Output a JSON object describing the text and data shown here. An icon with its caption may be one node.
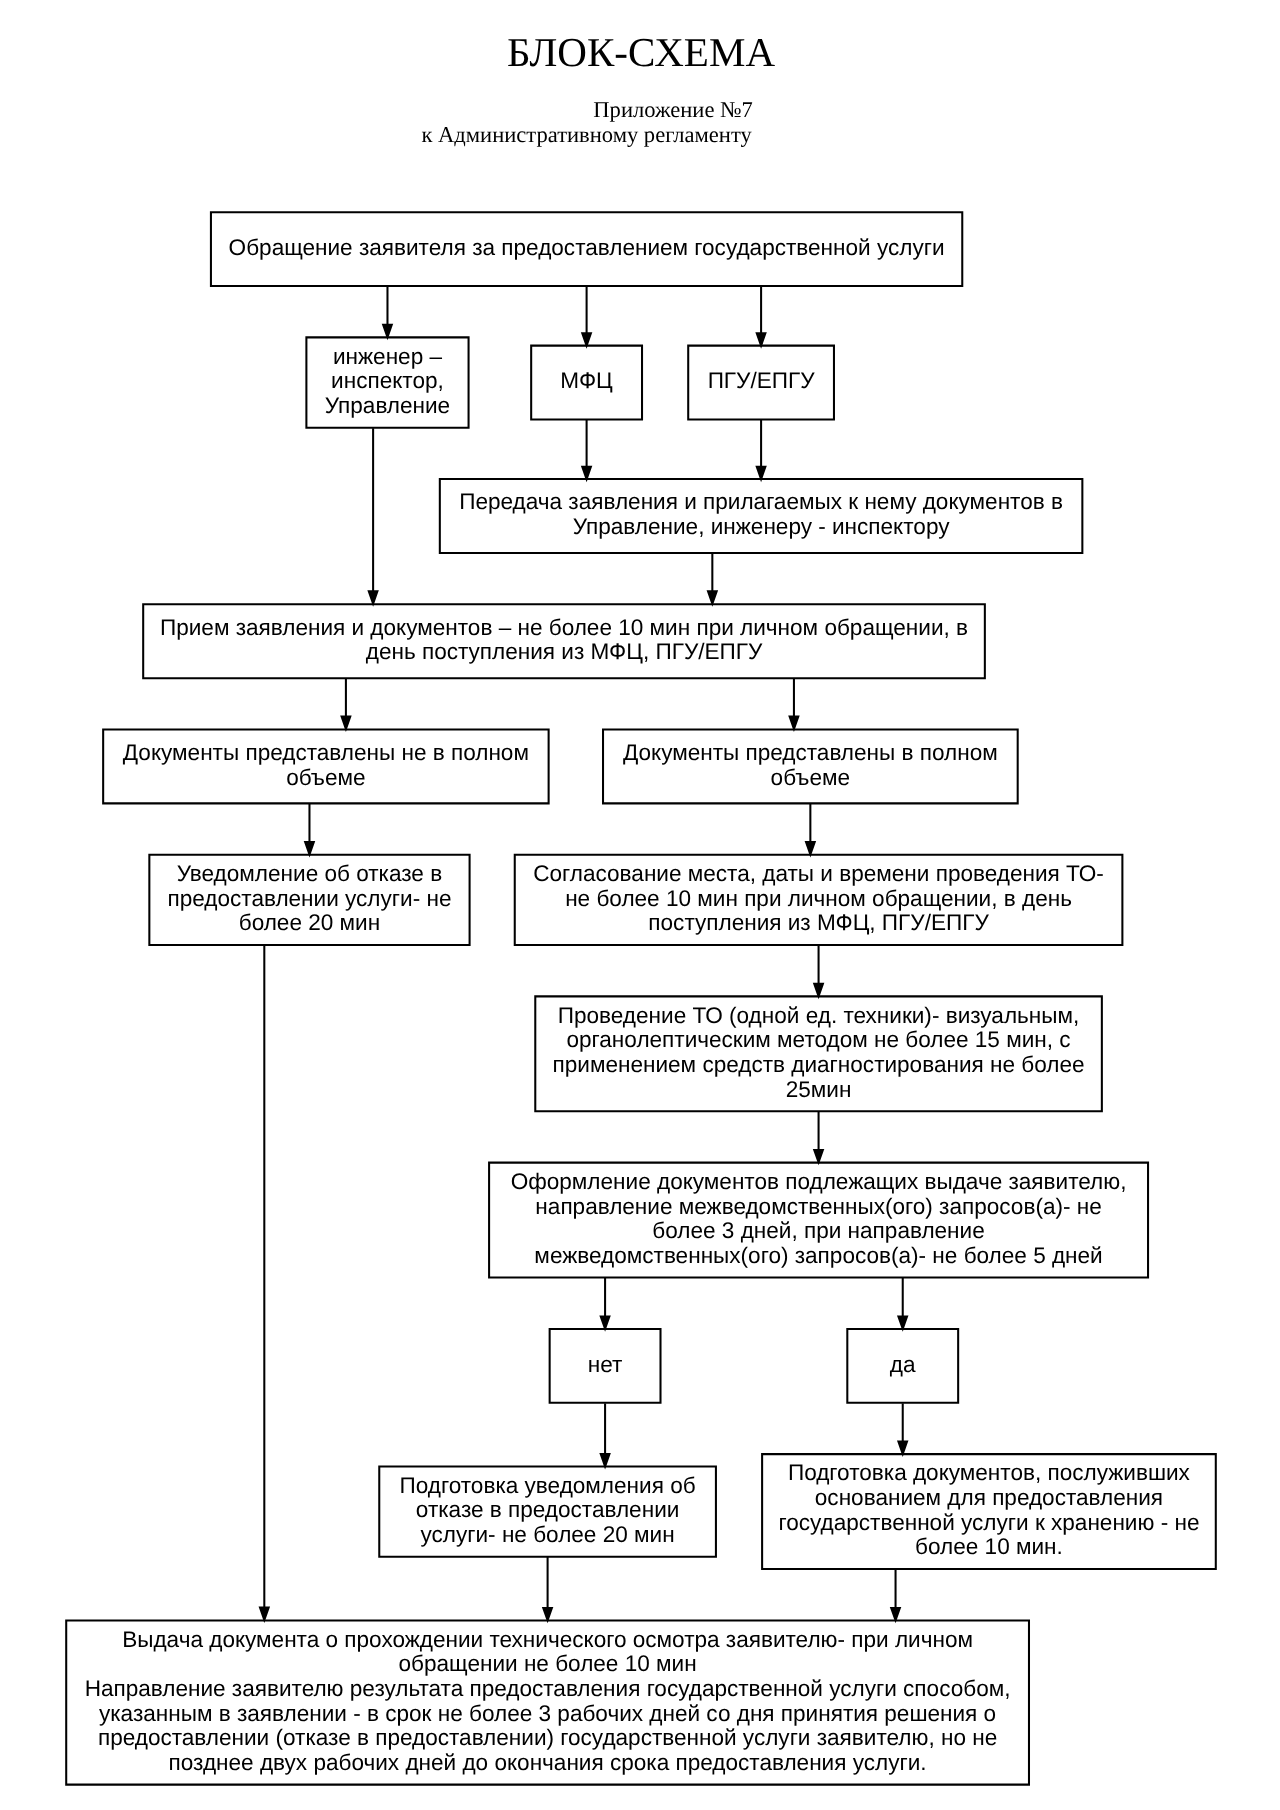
{
  "diagram": {
    "title": "БЛОК-СХЕМА",
    "nodes": [
      {
        "text": [
          "Обращение заявителя за предоставлением государственной услуги"
        ]
      },
      {
        "text": [
          "инженер – инспектор, Управление"
        ]
      },
      {
        "text": [
          "МФЦ"
        ]
      },
      {
        "text": [
          "ПГУ/ЕПГУ"
        ]
      },
      {
        "text": [
          "Передача заявления и прилагаемых к нему документов в Управление, инженеру - инспектору"
        ]
      },
      {
        "text": [
          "Прием заявления и документов – не более 10 мин при личном обращении, в день поступления из МФЦ, ПГУ/ЕПГУ"
        ]
      },
      {
        "text": [
          "Документы представлены не в полном объеме"
        ]
      },
      {
        "text": [
          "Документы представлены в полном объеме"
        ]
      },
      {
        "text": [
          "Согласование места, даты и времени проведения ТО- не более 10 мин при личном обращении, в день поступления из МФЦ, ПГУ/ЕПГУ"
        ]
      },
      {
        "text": [
          "Уведомление об отказе в предоставлении услуги- не более 20 мин"
        ]
      },
      {
        "text": [
          "Проведение ТО (одной ед. техники)- визуальным, органолептическим методом не более 15 мин, с применением средств диагностирования не более 25мин"
        ]
      },
      {
        "text": [
          "Оформление документов подлежащих выдаче заявителю, направление межведомственных(ого) запросов(а)- не более 3 дней, при направление межведомственных(ого) запросов(а)- не более 5 дней"
        ]
      },
      {
        "text": [
          "нет"
        ]
      },
      {
        "text": [
          "да"
        ]
      },
      {
        "text": [
          "Подготовка уведомления об отказе в предоставлении услуги- не более 20 мин"
        ]
      },
      {
        "text": [
          "Подготовка документов, послуживших основанием для предоставления государственной услуги к хранению - не более 10 мин."
        ]
      },
      {
        "text": [
          "Выдача документа о прохождении технического осмотра заявителю- при личном обращении не более 10 мин",
          "Направление заявителю результата предоставления государственной услуги способом, указанным в заявлении - в срок не более 3 рабочих дней со дня принятия решения о предоставлении (отказе в предоставлении) государственной услуги заявителю, но не позднее двух рабочих дней до окончания срока предоставления услуги."
        ]
      }
    ],
    "edges": [
      {
        "from": 0,
        "to": 1,
        "arrow": "to"
      },
      {
        "from": 0,
        "to": 2,
        "arrow": "to"
      },
      {
        "from": 0,
        "to": 3,
        "arrow": "to"
      },
      {
        "from": 1,
        "to": 5,
        "arrow": "to"
      },
      {
        "from": 2,
        "to": 4,
        "arrow": "to"
      },
      {
        "from": 3,
        "to": 4,
        "arrow": "to"
      },
      {
        "from": 4,
        "to": 5,
        "arrow": "to"
      },
      {
        "from": 5,
        "to": 6,
        "arrow": "to"
      },
      {
        "from": 5,
        "to": 7,
        "arrow": "to"
      },
      {
        "from": 6,
        "to": 9,
        "arrow": "to"
      },
      {
        "from": 7,
        "to": 8,
        "arrow": "to"
      },
      {
        "from": 8,
        "to": 10,
        "arrow": "to"
      },
      {
        "from": 10,
        "to": 11,
        "arrow": "to"
      },
      {
        "from": 11,
        "to": 12,
        "arrow": "to"
      },
      {
        "from": 11,
        "to": 13,
        "arrow": "to"
      },
      {
        "from": 12,
        "to": 14,
        "arrow": "to"
      },
      {
        "from": 13,
        "to": 15,
        "arrow": "to"
      },
      {
        "from": 9,
        "to": 16,
        "arrow": "to"
      },
      {
        "from": 14,
        "to": 16,
        "arrow": "to"
      },
      {
        "from": 15,
        "to": 16,
        "arrow": "to"
      }
    ],
    "labels": [
      "Приложение №7",
      "к Административному регламенту"
    ]
  }
}
